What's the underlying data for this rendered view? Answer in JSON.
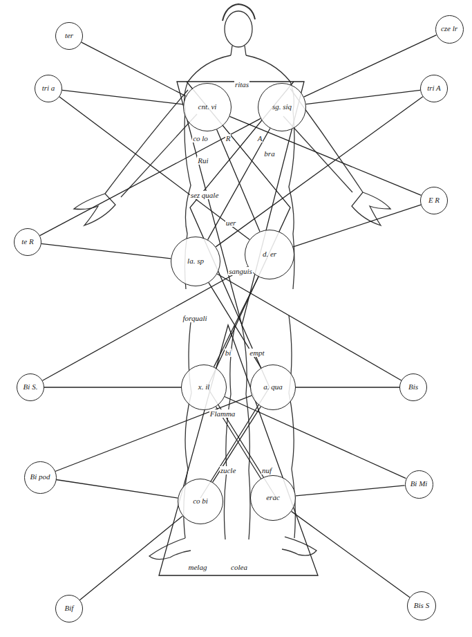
{
  "diagram": {
    "nodes": [
      {
        "text": [
          "ter"
        ]
      },
      {
        "text": [
          "cze lr"
        ]
      },
      {
        "text": [
          "tri a"
        ]
      },
      {
        "text": [
          "tri A"
        ]
      },
      {
        "text": [
          "te R"
        ]
      },
      {
        "text": [
          "E R"
        ]
      },
      {
        "text": [
          "Bi S."
        ]
      },
      {
        "text": [
          "Bis"
        ]
      },
      {
        "text": [
          "Bi pod"
        ]
      },
      {
        "text": [
          "Bi Mi"
        ]
      },
      {
        "text": [
          "Bif"
        ]
      },
      {
        "text": [
          "Bis S"
        ]
      },
      {
        "text": [
          "cnt. vi"
        ]
      },
      {
        "text": [
          "sg. siq"
        ]
      },
      {
        "text": [
          "la. sp"
        ]
      },
      {
        "text": [
          "d. er"
        ]
      },
      {
        "text": [
          "x. il"
        ]
      },
      {
        "text": [
          "a. qua"
        ]
      },
      {
        "text": [
          "co bi"
        ]
      },
      {
        "text": [
          "erac"
        ]
      }
    ],
    "edges": [
      {
        "from": 0,
        "to": 12,
        "arrow": "none"
      },
      {
        "from": 1,
        "to": 13,
        "arrow": "none"
      },
      {
        "from": 2,
        "to": 12,
        "arrow": "none"
      },
      {
        "from": 2,
        "to": 15,
        "arrow": "none"
      },
      {
        "from": 3,
        "to": 13,
        "arrow": "none"
      },
      {
        "from": 3,
        "to": 14,
        "arrow": "none"
      },
      {
        "from": 4,
        "to": 14,
        "arrow": "none"
      },
      {
        "from": 4,
        "to": 13,
        "arrow": "none"
      },
      {
        "from": 5,
        "to": 15,
        "arrow": "none"
      },
      {
        "from": 5,
        "to": 12,
        "arrow": "none"
      },
      {
        "from": 6,
        "to": 16,
        "arrow": "none"
      },
      {
        "from": 6,
        "to": 15,
        "arrow": "none"
      },
      {
        "from": 7,
        "to": 17,
        "arrow": "none"
      },
      {
        "from": 7,
        "to": 14,
        "arrow": "none"
      },
      {
        "from": 8,
        "to": 18,
        "arrow": "none"
      },
      {
        "from": 8,
        "to": 17,
        "arrow": "none"
      },
      {
        "from": 9,
        "to": 19,
        "arrow": "none"
      },
      {
        "from": 9,
        "to": 16,
        "arrow": "none"
      },
      {
        "from": 10,
        "to": 18,
        "arrow": "none"
      },
      {
        "from": 11,
        "to": 19,
        "arrow": "none"
      },
      {
        "from": 12,
        "to": 15,
        "arrow": "none"
      },
      {
        "from": 13,
        "to": 14,
        "arrow": "none"
      },
      {
        "from": 14,
        "to": 17,
        "arrow": "none"
      },
      {
        "from": 15,
        "to": 16,
        "arrow": "none"
      },
      {
        "from": 16,
        "to": 19,
        "arrow": "none"
      },
      {
        "from": 17,
        "to": 18,
        "arrow": "none"
      }
    ],
    "labels": [
      "ritas",
      "co lo",
      "R",
      "A",
      "bra",
      "Rui",
      "sez quale",
      "uer",
      "sanguis",
      "forquali",
      "bi",
      "empt",
      "Flamma",
      "zucle",
      "nuf",
      "melag",
      "colea"
    ]
  }
}
